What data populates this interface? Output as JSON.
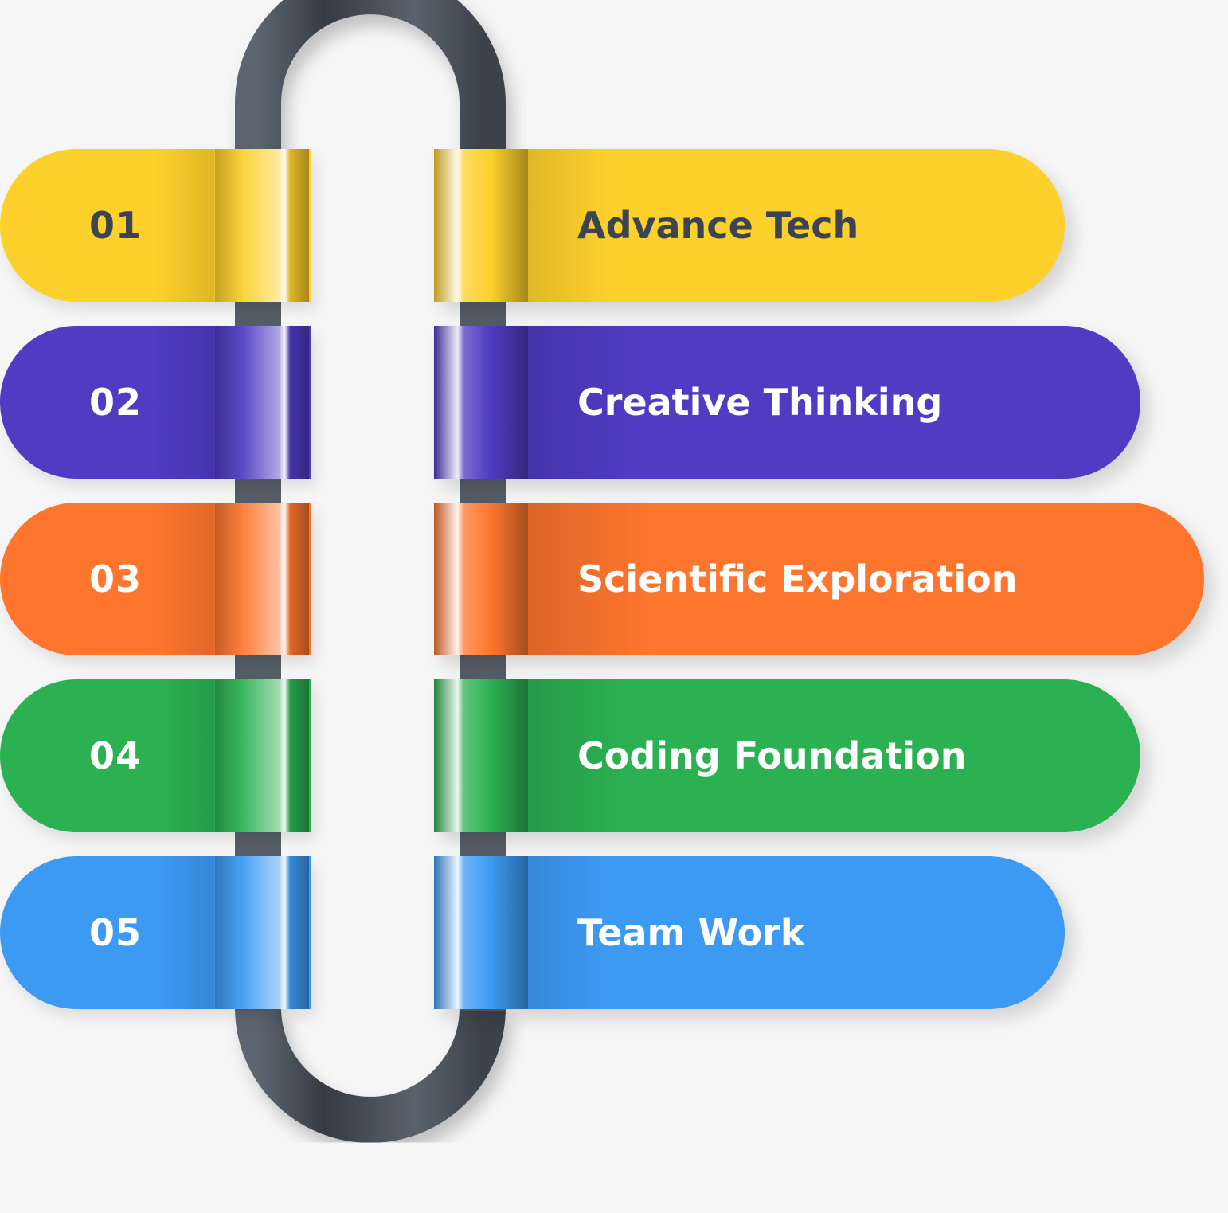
{
  "steps": [
    {
      "number": "01",
      "title": "Advance Tech",
      "color": "#fdd02c",
      "text_color": "#3b4450"
    },
    {
      "number": "02",
      "title": "Creative Thinking",
      "color": "#503bc2",
      "text_color": "#ffffff"
    },
    {
      "number": "03",
      "title": "Scientific Exploration",
      "color": "#fe762e",
      "text_color": "#ffffff"
    },
    {
      "number": "04",
      "title": "Coding Foundation",
      "color": "#2cb152",
      "text_color": "#ffffff"
    },
    {
      "number": "05",
      "title": "Team Work",
      "color": "#3d9af3",
      "text_color": "#ffffff"
    }
  ],
  "loop_color": "#4a515a",
  "background": "#f6f6f6"
}
